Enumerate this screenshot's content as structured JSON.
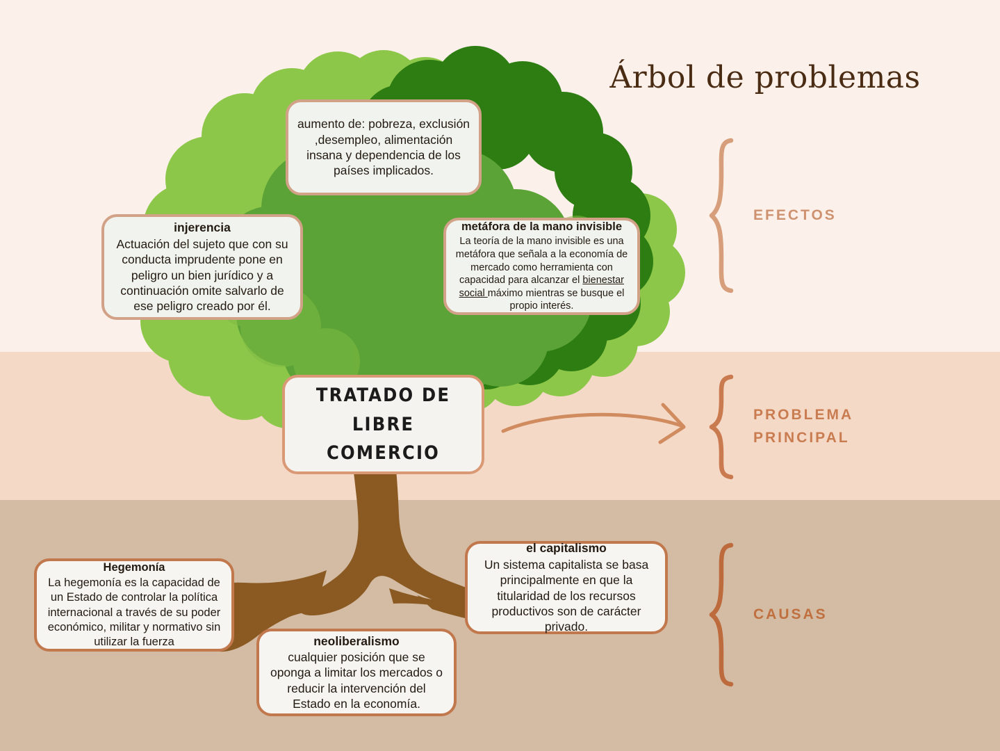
{
  "title": "Árbol de problemas",
  "bands": {
    "sky_color": "#fcf1ea",
    "ground_color": "#f5d9c7",
    "soil_color": "#d3bba4"
  },
  "palette": {
    "leaf_light": "#8cc74a",
    "leaf_mid": "#5ba336",
    "leaf_dark": "#2d7d13",
    "trunk": "#8a5a22",
    "card_border_effect": "#d2a288",
    "card_border_cause": "#c2784d",
    "card_border_main": "#d99975",
    "card_fill": "#f2f4ef",
    "accent_terracotta": "#cf9270",
    "title_color": "#4a2c14"
  },
  "effects": {
    "aumento": {
      "body": "aumento de: pobreza, exclusión ,desempleo, alimentación insana y dependencia de los países implicados."
    },
    "injerencia": {
      "title": "injerencia",
      "body": "Actuación del sujeto que con su conducta imprudente  pone en peligro un bien jurídico y a continuación omite salvarlo de ese peligro creado por él."
    },
    "metafora": {
      "title": "metáfora de la mano invisible",
      "body_1": "La teoría de la mano invisible es una metáfora que señala a la economía de mercado como herramienta con capacidad para alcanzar el ",
      "body_underlined": "bienestar social ",
      "body_2": "máximo mientras se busque el propio interés."
    }
  },
  "main_problem": {
    "label": "TRATADO DE LIBRE COMERCIO"
  },
  "causes": {
    "hegemonia": {
      "title": "Hegemonía",
      "body": "La hegemonía es la capacidad de un Estado de controlar la política internacional a través de su poder económico, militar y normativo sin utilizar la fuerza"
    },
    "neoliberalismo": {
      "title": "neoliberalismo",
      "body": "cualquier posición que se oponga a limitar los mercados o reducir la intervención del Estado en la economía."
    },
    "capitalismo": {
      "title": "el capitalismo",
      "body": "Un sistema capitalista se basa principalmente en que la titularidad de los recursos productivos son de carácter privado."
    }
  },
  "legend": {
    "efectos": "EFECTOS",
    "problema_principal": "PROBLEMA\nPRINCIPAL",
    "causas": "CAUSAS"
  }
}
